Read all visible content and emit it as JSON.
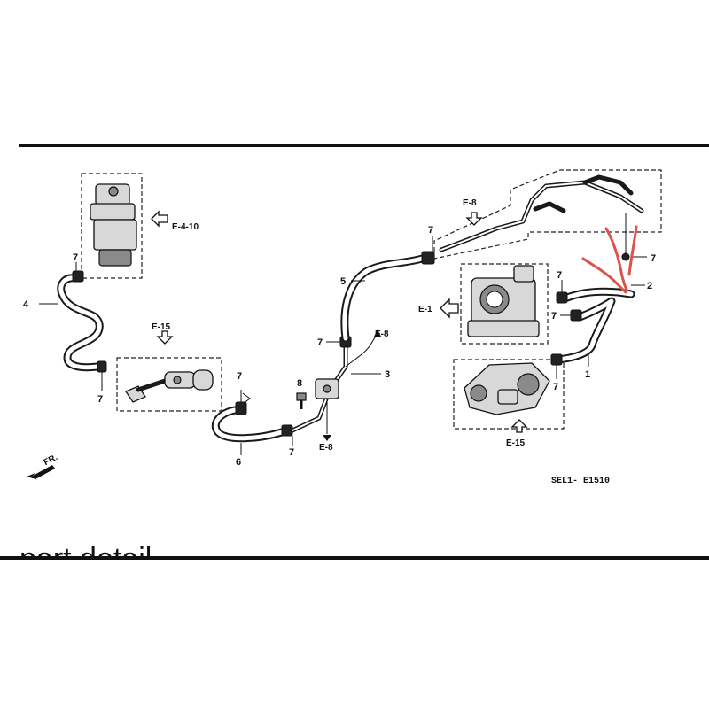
{
  "diagram": {
    "part_numbers": {
      "p1": "1",
      "p2": "2",
      "p3": "3",
      "p4": "4",
      "p5": "5",
      "p6": "6",
      "p7": "7",
      "p8": "8"
    },
    "refs": {
      "e4_10": "E-4-10",
      "e15_left": "E-15",
      "e8_top": "E-8",
      "e8_mid": "E-8",
      "e8_bottom": "E-8",
      "e1": "E-1",
      "e15_right": "E-15"
    },
    "fr_label": "FR.",
    "code_label": "SEL1- E1510",
    "cut_heading": "part detail",
    "annotation_color": "#d9534f",
    "line_color": "#111111"
  }
}
